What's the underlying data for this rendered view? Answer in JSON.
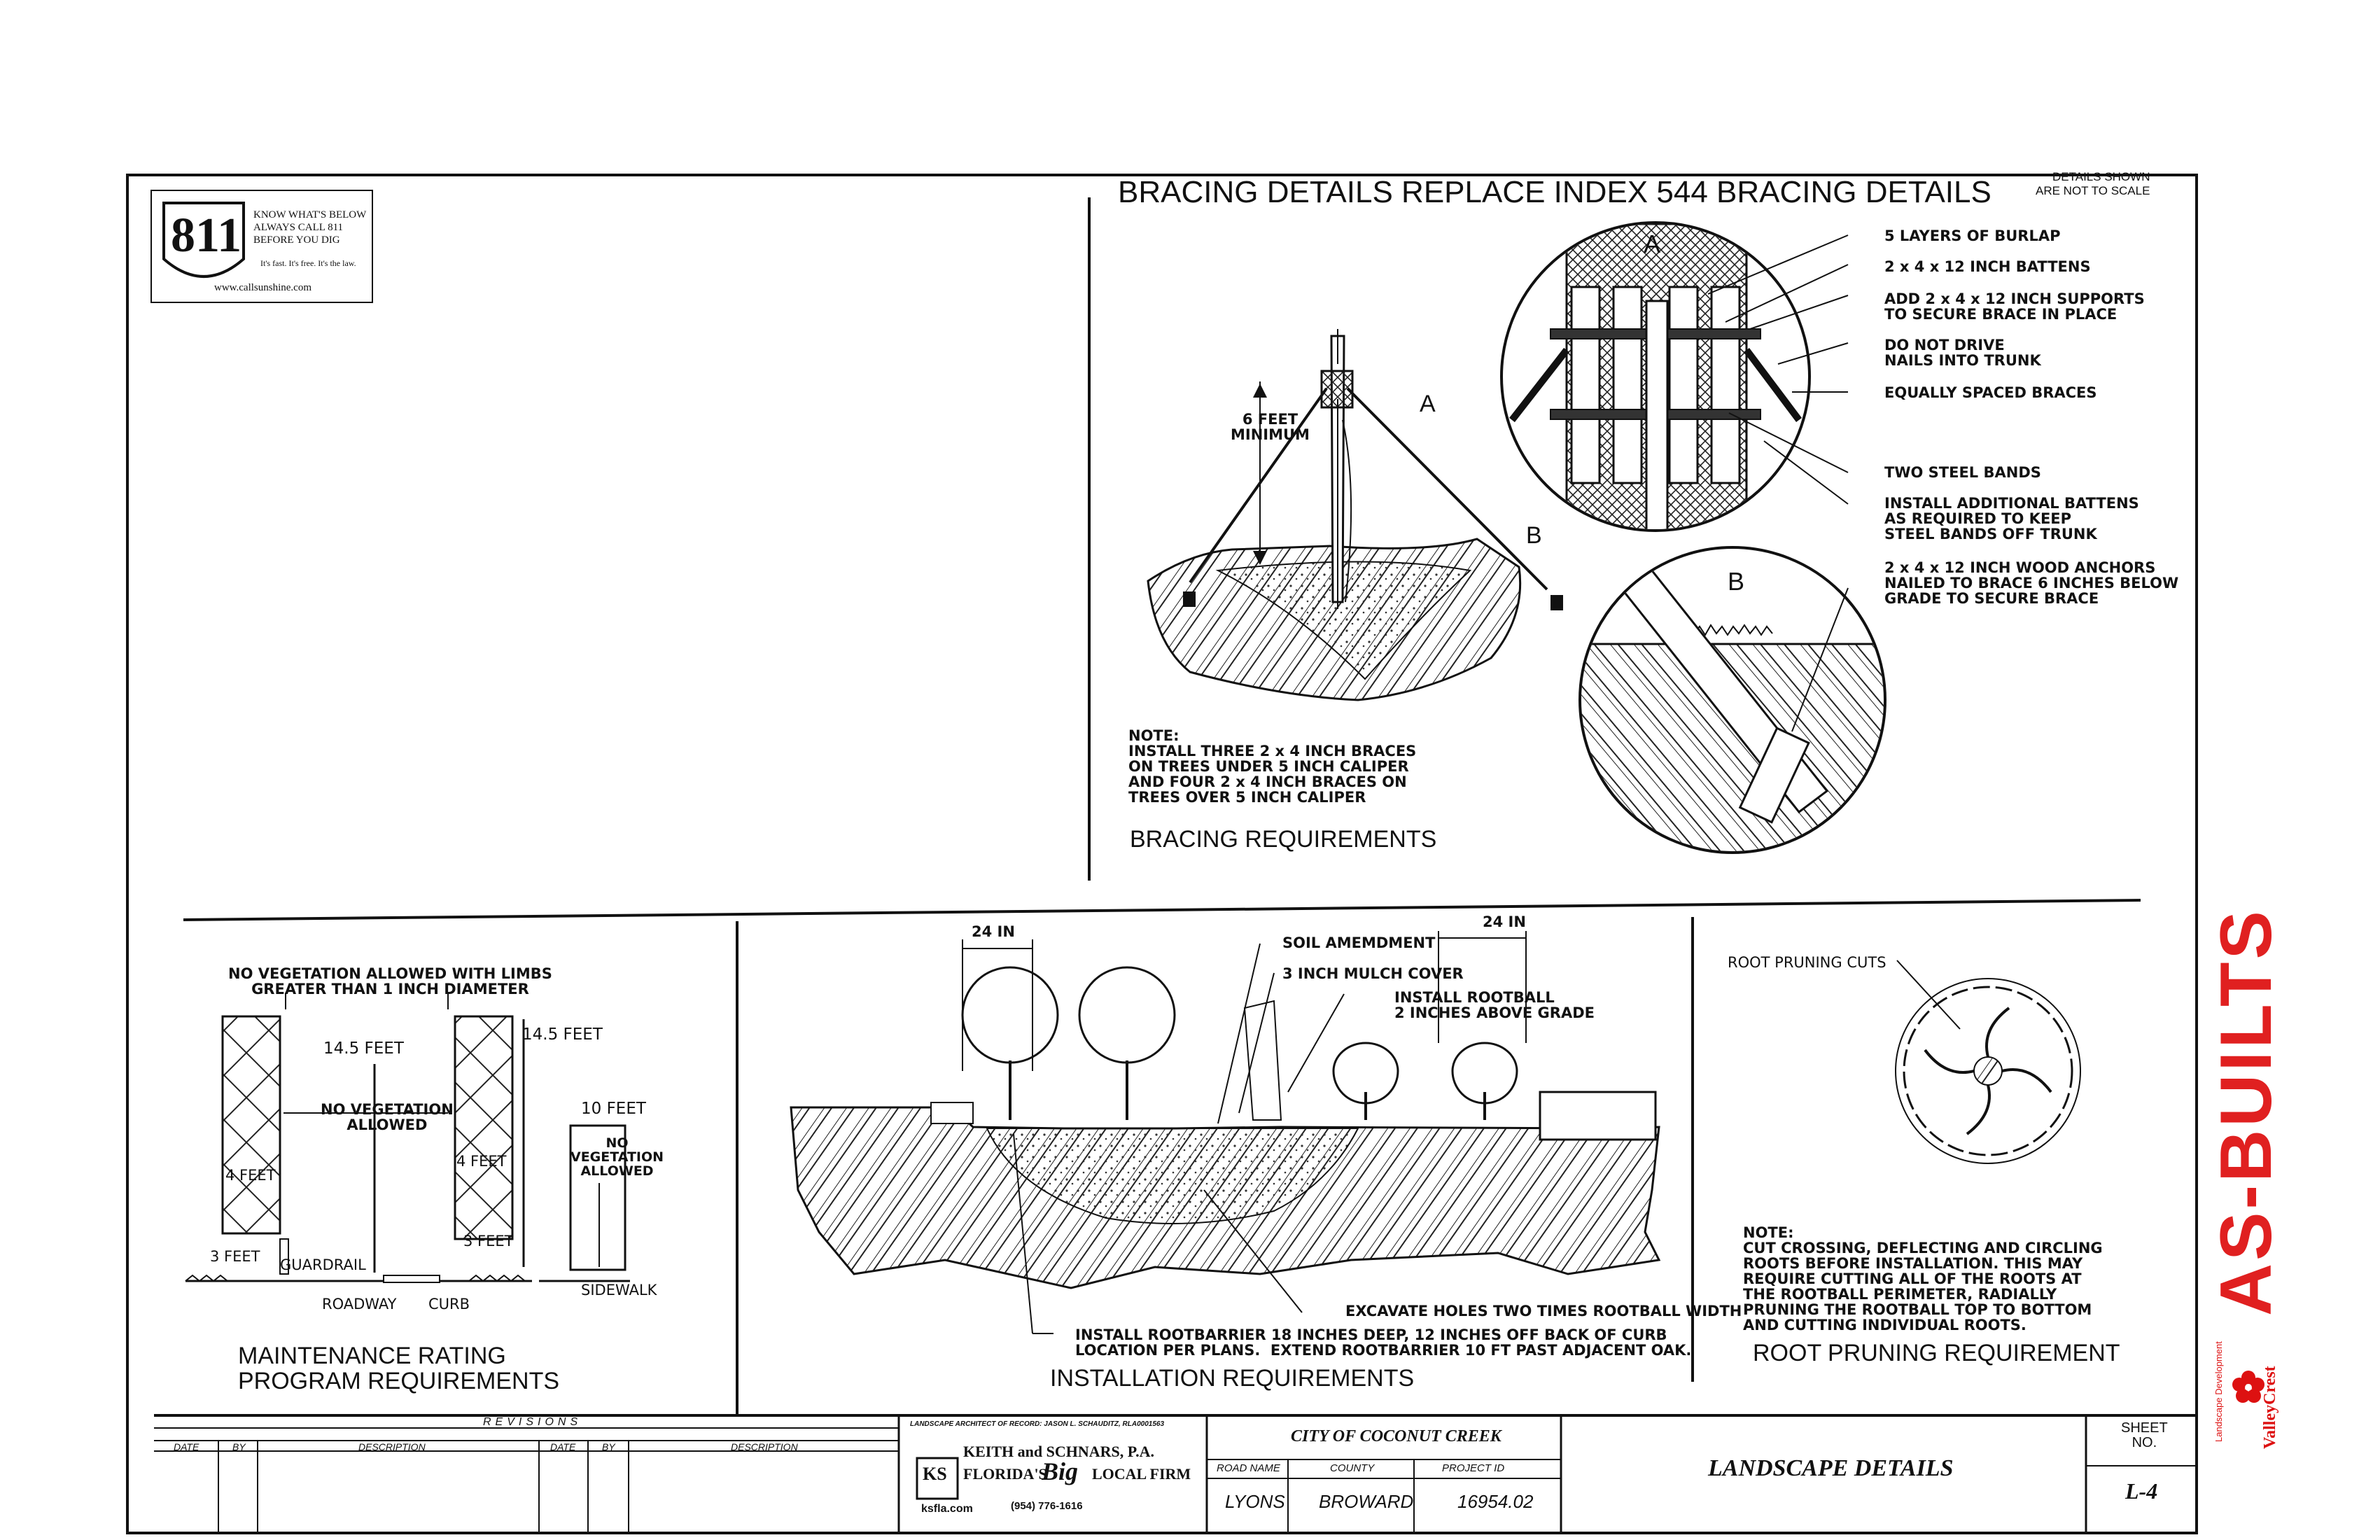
{
  "call811": {
    "logo": "811",
    "line1": "KNOW WHAT'S BELOW",
    "line2": "ALWAYS CALL 811",
    "line3": "BEFORE YOU DIG",
    "slogan": "It's fast. It's free. It's the law.",
    "url": "www.callsunshine.com"
  },
  "bracing": {
    "title": "BRACING DETAILS REPLACE INDEX 544 BRACING DETAILS",
    "scale_note_1": "DETAILS SHOWN",
    "scale_note_2": "ARE NOT TO SCALE",
    "min_height": "6 FEET\nMINIMUM",
    "callout_a": "A",
    "callout_b": "B",
    "detail_a_labels": [
      "5 LAYERS OF BURLAP",
      "2 x 4 x 12 INCH BATTENS",
      "ADD 2 x 4 x 12 INCH SUPPORTS\nTO SECURE BRACE IN PLACE",
      "DO NOT DRIVE\nNAILS INTO TRUNK",
      "EQUALLY SPACED BRACES",
      "TWO STEEL BANDS",
      "INSTALL ADDITIONAL BATTENS\nAS REQUIRED TO KEEP\nSTEEL BANDS OFF TRUNK",
      "2 x 4 x 12 INCH WOOD ANCHORS\nNAILED TO BRACE 6 INCHES BELOW\nGRADE TO SECURE BRACE"
    ],
    "note": "NOTE:\nINSTALL THREE 2 x 4 INCH BRACES\nON TREES UNDER 5 INCH CALIPER\nAND FOUR 2 x 4 INCH BRACES ON\nTREES OVER 5 INCH CALIPER",
    "subtitle": "BRACING REQUIREMENTS"
  },
  "maintenance": {
    "no_veg_limbs": "NO VEGETATION ALLOWED WITH LIMBS\nGREATER THAN 1 INCH DIAMETER",
    "h1": "14.5 FEET",
    "h2": "14.5 FEET",
    "no_veg": "NO VEGETATION\nALLOWED",
    "ten_feet": "10 FEET",
    "no_veg2": "NO\nVEGETATION\nALLOWED",
    "four_feet_1": "4 FEET",
    "four_feet_2": "4 FEET",
    "three_feet_1": "3 FEET",
    "three_feet_2": "3 FEET",
    "guardrail": "GUARDRAIL",
    "roadway": "ROADWAY",
    "curb": "CURB",
    "sidewalk": "SIDEWALK",
    "title": "MAINTENANCE RATING\nPROGRAM REQUIREMENTS"
  },
  "installation": {
    "dim1": "24 IN",
    "dim2": "24 IN",
    "soil": "SOIL AMEMDMENT",
    "mulch": "3 INCH MULCH COVER",
    "rootball": "INSTALL ROOTBALL\n2 INCHES ABOVE GRADE",
    "excavate": "EXCAVATE HOLES TWO TIMES ROOTBALL WIDTH",
    "rootbarrier": "INSTALL ROOTBARRIER 18 INCHES DEEP, 12 INCHES OFF BACK OF CURB\nLOCATION PER PLANS.  EXTEND ROOTBARRIER 10 FT PAST ADJACENT OAK.",
    "title": "INSTALLATION REQUIREMENTS"
  },
  "root_pruning": {
    "cuts": "ROOT PRUNING CUTS",
    "note": "NOTE:\nCUT CROSSING, DEFLECTING AND CIRCLING\nROOTS BEFORE INSTALLATION. THIS MAY\nREQUIRE CUTTING ALL OF THE ROOTS AT\nTHE ROOTBALL PERIMETER, RADIALLY\nPRUNING THE ROOTBALL TOP TO BOTTOM\nAND CUTTING INDIVIDUAL ROOTS.",
    "title": "ROOT PRUNING REQUIREMENT"
  },
  "title_block": {
    "revisions": "REVISIONS",
    "rev_cols": [
      "DATE",
      "BY",
      "DESCRIPTION",
      "DATE",
      "BY",
      "DESCRIPTION"
    ],
    "architect_line": "LANDSCAPE ARCHITECT OF RECORD: JASON L. SCHAUDITZ, RLA0001563",
    "firm": "KEITH and SCHNARS, P.A.",
    "firm_tag1": "FLORIDA'S",
    "firm_tag2": "Big",
    "firm_tag3": "LOCAL FIRM",
    "firm_logo": "KS",
    "web": "ksfla.com",
    "phone": "(954) 776-1616",
    "city": "CITY OF COCONUT CREEK",
    "road_name_h": "ROAD NAME",
    "county_h": "COUNTY",
    "project_h": "PROJECT ID",
    "road_name": "LYONS",
    "county": "BROWARD",
    "project": "16954.02",
    "sheet_title": "LANDSCAPE DETAILS",
    "sheet_no_h": "SHEET\nNO.",
    "sheet_no": "L-4"
  },
  "stamp": {
    "as_builts": "AS-BUILTS",
    "company": "ValleyCrest",
    "company_sub": "Landscape Development"
  }
}
